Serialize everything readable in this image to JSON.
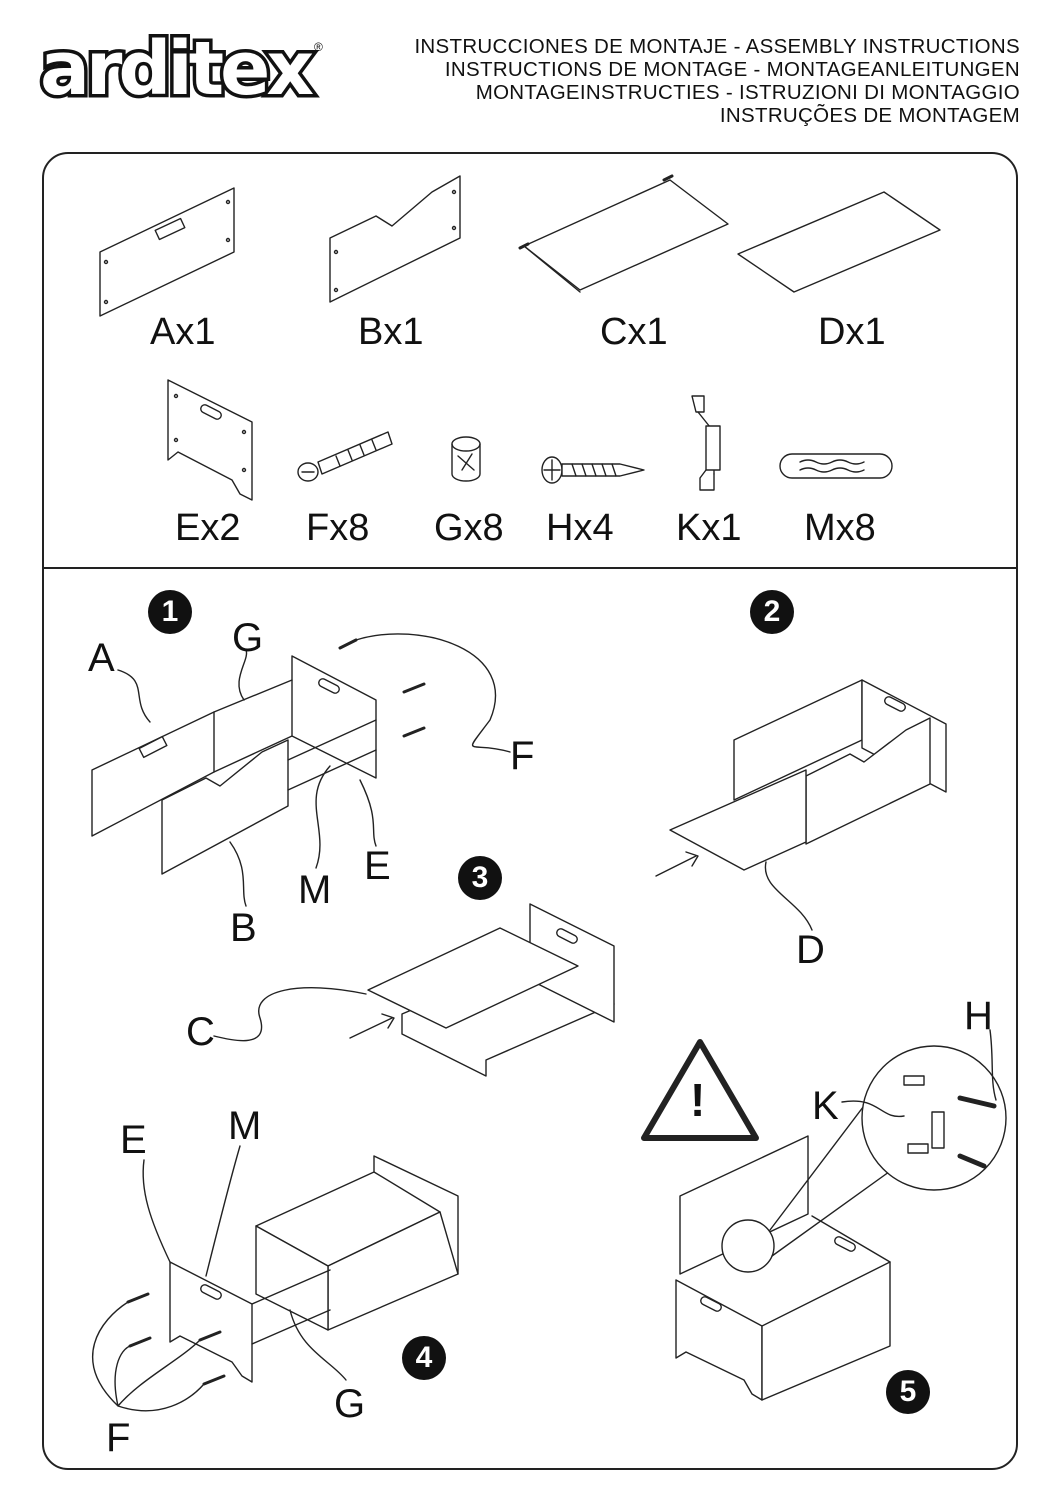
{
  "brand": {
    "logo_text": "arditex",
    "registered": "®"
  },
  "header": {
    "lines": [
      "INSTRUCCIONES DE MONTAJE - ASSEMBLY INSTRUCTIONS",
      "INSTRUCTIONS DE MONTAGE - MONTAGEANLEITUNGEN",
      "MONTAGEINSTRUCTIES - ISTRUZIONI DI MONTAGGIO",
      "INSTRUÇÕES DE MONTAGEM"
    ]
  },
  "parts": [
    {
      "label": "Ax1"
    },
    {
      "label": "Bx1"
    },
    {
      "label": "Cx1"
    },
    {
      "label": "Dx1"
    },
    {
      "label": "Ex2"
    },
    {
      "label": "Fx8"
    },
    {
      "label": "Gx8"
    },
    {
      "label": "Hx4"
    },
    {
      "label": "Kx1"
    },
    {
      "label": "Mx8"
    }
  ],
  "steps": [
    {
      "number": "1",
      "callouts": [
        "A",
        "G",
        "F",
        "E",
        "M",
        "B"
      ]
    },
    {
      "number": "2",
      "callouts": [
        "D"
      ]
    },
    {
      "number": "3",
      "callouts": [
        "C"
      ]
    },
    {
      "number": "4",
      "callouts": [
        "E",
        "M",
        "F",
        "G"
      ]
    },
    {
      "number": "5",
      "callouts": [
        "H",
        "K"
      ]
    }
  ],
  "warning": {
    "symbol": "!"
  }
}
